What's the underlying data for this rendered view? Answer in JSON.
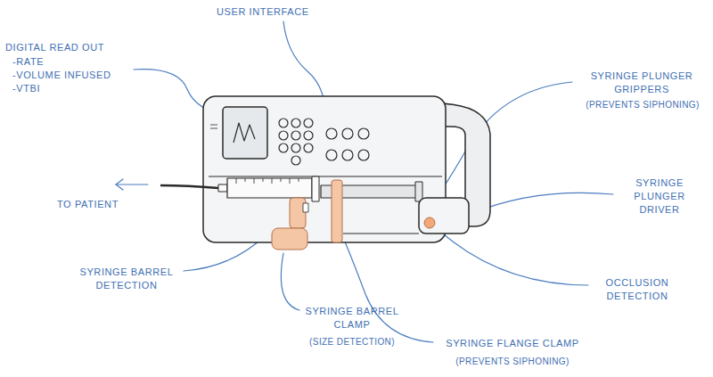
{
  "diagram": {
    "labels": [
      "USER INTERFACE",
      "DIGITAL READ OUT",
      "-RATE",
      "-VOLUME INFUSED",
      "-VTBI",
      "SYRINGE PLUNGER GRIPPERS",
      "(PREVENTS SIPHONING)",
      "SYRINGE PLUNGER DRIVER",
      "OCCLUSION DETECTION",
      "SYRINGE FLANGE CLAMP",
      "(PREVENTS SIPHONING)",
      "SYRINGE BARREL CLAMP",
      "(SIZE DETECTION)",
      "SYRINGE BARREL DETECTION",
      "TO PATIENT"
    ]
  }
}
